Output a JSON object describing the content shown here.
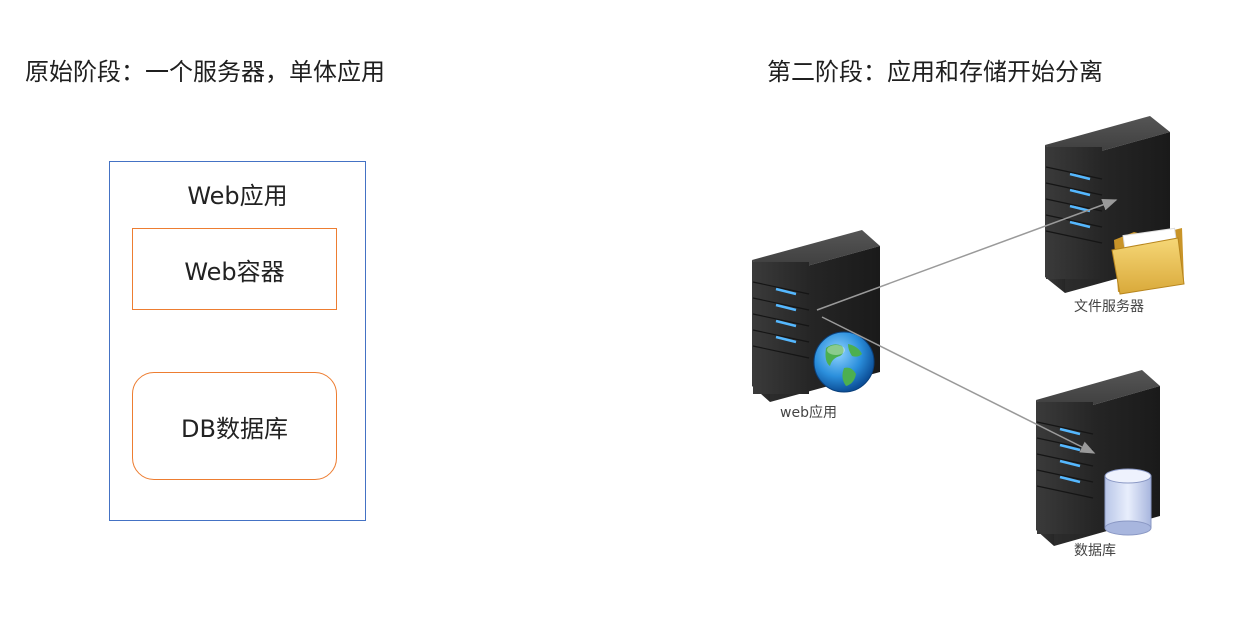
{
  "left_panel": {
    "title": "原始阶段：一个服务器，单体应用",
    "outer_label": "Web应用",
    "container_label": "Web容器",
    "db_label": "DB数据库",
    "colors": {
      "outer_border": "#4472c4",
      "inner_border": "#ed7d31"
    }
  },
  "right_panel": {
    "title": "第二阶段：应用和存储开始分离",
    "web_app_label": "web应用",
    "file_server_label": "文件服务器",
    "database_label": "数据库",
    "icons": {
      "web_server": "server-icon",
      "globe": "globe-icon",
      "file_server": "server-icon",
      "folder": "folder-icon",
      "db_server": "server-icon",
      "cylinder": "database-cylinder-icon"
    }
  }
}
